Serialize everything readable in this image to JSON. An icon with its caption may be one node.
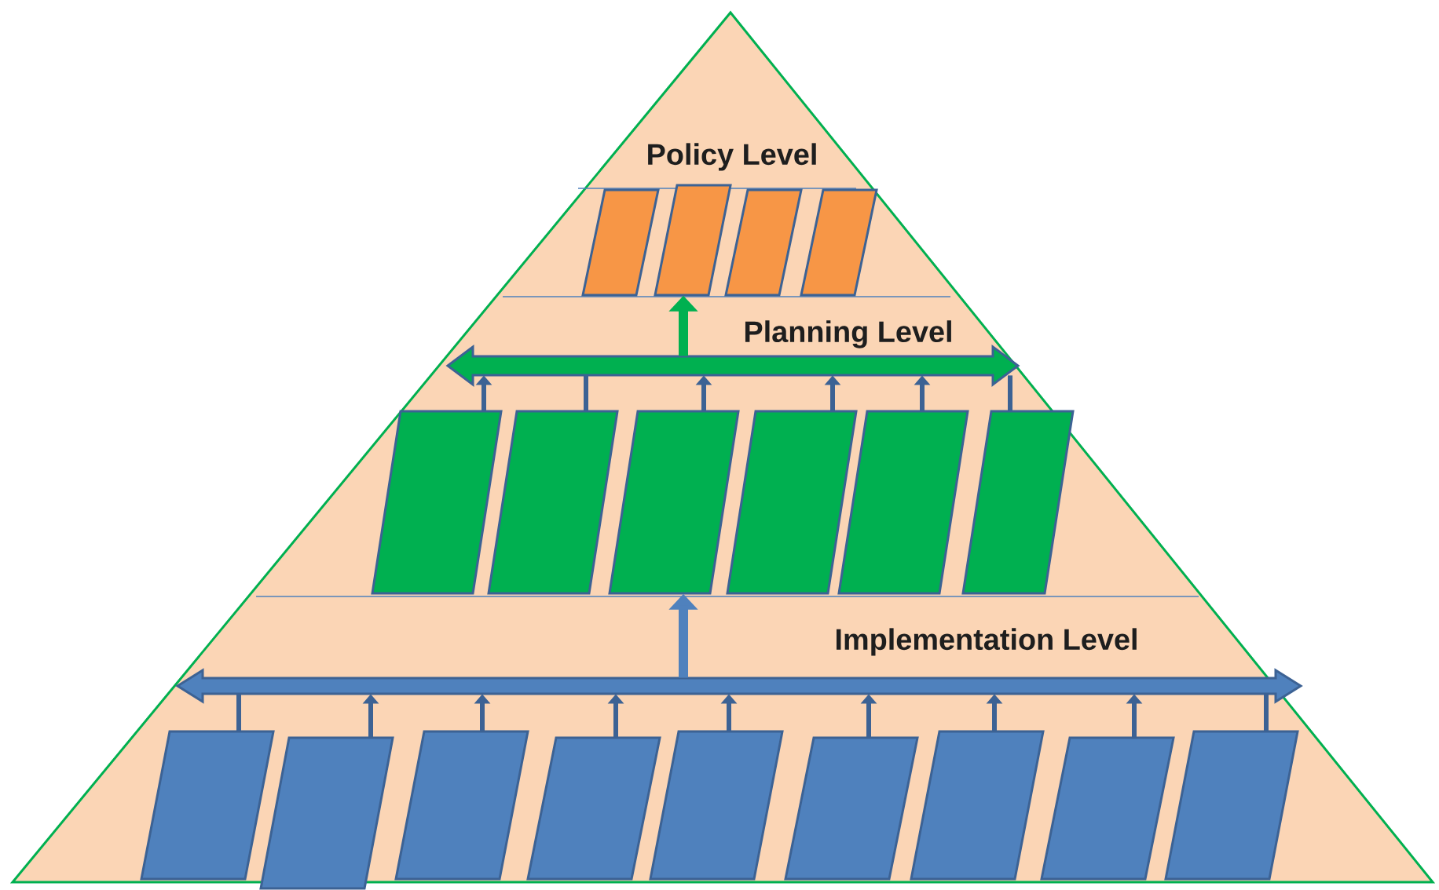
{
  "diagram": {
    "nodes": [
      {
        "text": [],
        "shape": "box"
      },
      {
        "text": [],
        "shape": "box"
      },
      {
        "text": [],
        "shape": "box"
      },
      {
        "text": [],
        "shape": "box"
      },
      {
        "text": [],
        "shape": "box"
      },
      {
        "text": [],
        "shape": "box"
      },
      {
        "text": [],
        "shape": "box"
      },
      {
        "text": [],
        "shape": "box"
      },
      {
        "text": [],
        "shape": "box"
      },
      {
        "text": [],
        "shape": "box"
      },
      {
        "text": [],
        "shape": "box"
      },
      {
        "text": [],
        "shape": "box"
      },
      {
        "text": [],
        "shape": "box"
      },
      {
        "text": [],
        "shape": "box"
      },
      {
        "text": [],
        "shape": "box"
      },
      {
        "text": [],
        "shape": "box"
      },
      {
        "text": [],
        "shape": "box"
      },
      {
        "text": [],
        "shape": "box"
      },
      {
        "text": [],
        "shape": "box"
      },
      {
        "text": [],
        "shape": "bar"
      },
      {
        "text": [],
        "shape": "bar"
      }
    ],
    "edges": [
      {
        "from": 4,
        "to": 19,
        "arrow": "to"
      },
      {
        "from": 5,
        "to": 19,
        "arrow": "none"
      },
      {
        "from": 6,
        "to": 19,
        "arrow": "to"
      },
      {
        "from": 7,
        "to": 19,
        "arrow": "to"
      },
      {
        "from": 8,
        "to": 19,
        "arrow": "to"
      },
      {
        "from": 9,
        "to": 19,
        "arrow": "none"
      },
      {
        "from": 10,
        "to": 20,
        "arrow": "none"
      },
      {
        "from": 11,
        "to": 20,
        "arrow": "to"
      },
      {
        "from": 12,
        "to": 20,
        "arrow": "to"
      },
      {
        "from": 13,
        "to": 20,
        "arrow": "to"
      },
      {
        "from": 14,
        "to": 20,
        "arrow": "to"
      },
      {
        "from": 15,
        "to": 20,
        "arrow": "to"
      },
      {
        "from": 16,
        "to": 20,
        "arrow": "to"
      },
      {
        "from": 17,
        "to": 20,
        "arrow": "to"
      },
      {
        "from": 18,
        "to": 20,
        "arrow": "none"
      },
      {
        "from": 20,
        "to": 6,
        "arrow": "to",
        "style": "thick"
      },
      {
        "from": 19,
        "to": 1,
        "arrow": "to",
        "style": "thick",
        "color": "#00b050"
      }
    ],
    "labels": [
      "Policy Level",
      "Planning Level",
      "Implementation Level"
    ]
  }
}
